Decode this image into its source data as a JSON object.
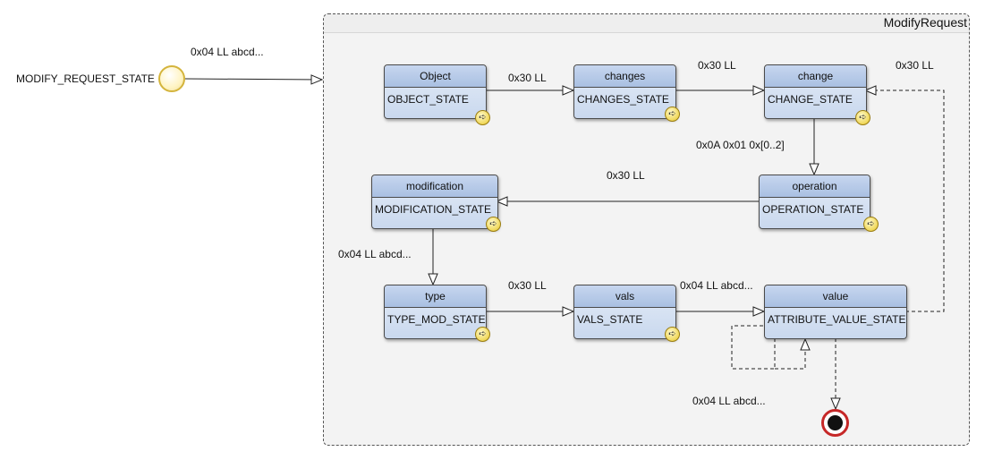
{
  "outer_state_label": "MODIFY_REQUEST_STATE",
  "frame": {
    "title": "ModifyRequest"
  },
  "states": {
    "object": {
      "name": "Object",
      "state": "OBJECT_STATE"
    },
    "changes": {
      "name": "changes",
      "state": "CHANGES_STATE"
    },
    "change": {
      "name": "change",
      "state": "CHANGE_STATE"
    },
    "operation": {
      "name": "operation",
      "state": "OPERATION_STATE"
    },
    "modification": {
      "name": "modification",
      "state": "MODIFICATION_STATE"
    },
    "type": {
      "name": "type",
      "state": "TYPE_MOD_STATE"
    },
    "vals": {
      "name": "vals",
      "state": "VALS_STATE"
    },
    "value": {
      "name": "value",
      "state": "ATTRIBUTE_VALUE_STATE"
    }
  },
  "transitions": {
    "initial_to_frame": "0x04 LL abcd...",
    "object_to_changes": "0x30 LL",
    "changes_to_change": "0x30 LL",
    "value_to_change": "0x30 LL",
    "change_to_operation": "0x0A 0x01 0x[0..2]",
    "operation_to_modification": "0x30 LL",
    "modification_to_type": "0x04 LL abcd...",
    "type_to_vals": "0x30 LL",
    "vals_to_value": "0x04 LL abcd...",
    "value_to_final": "0x04 LL abcd..."
  },
  "icons": {
    "submachine": "submachine-arrow-icon",
    "initial": "initial-state-icon",
    "final": "final-state-icon"
  },
  "colors": {
    "state_fill": "#c9d8ee",
    "state_header": "#a9c0e2",
    "initial_border": "#d4b43c",
    "final_ring": "#c62828"
  }
}
